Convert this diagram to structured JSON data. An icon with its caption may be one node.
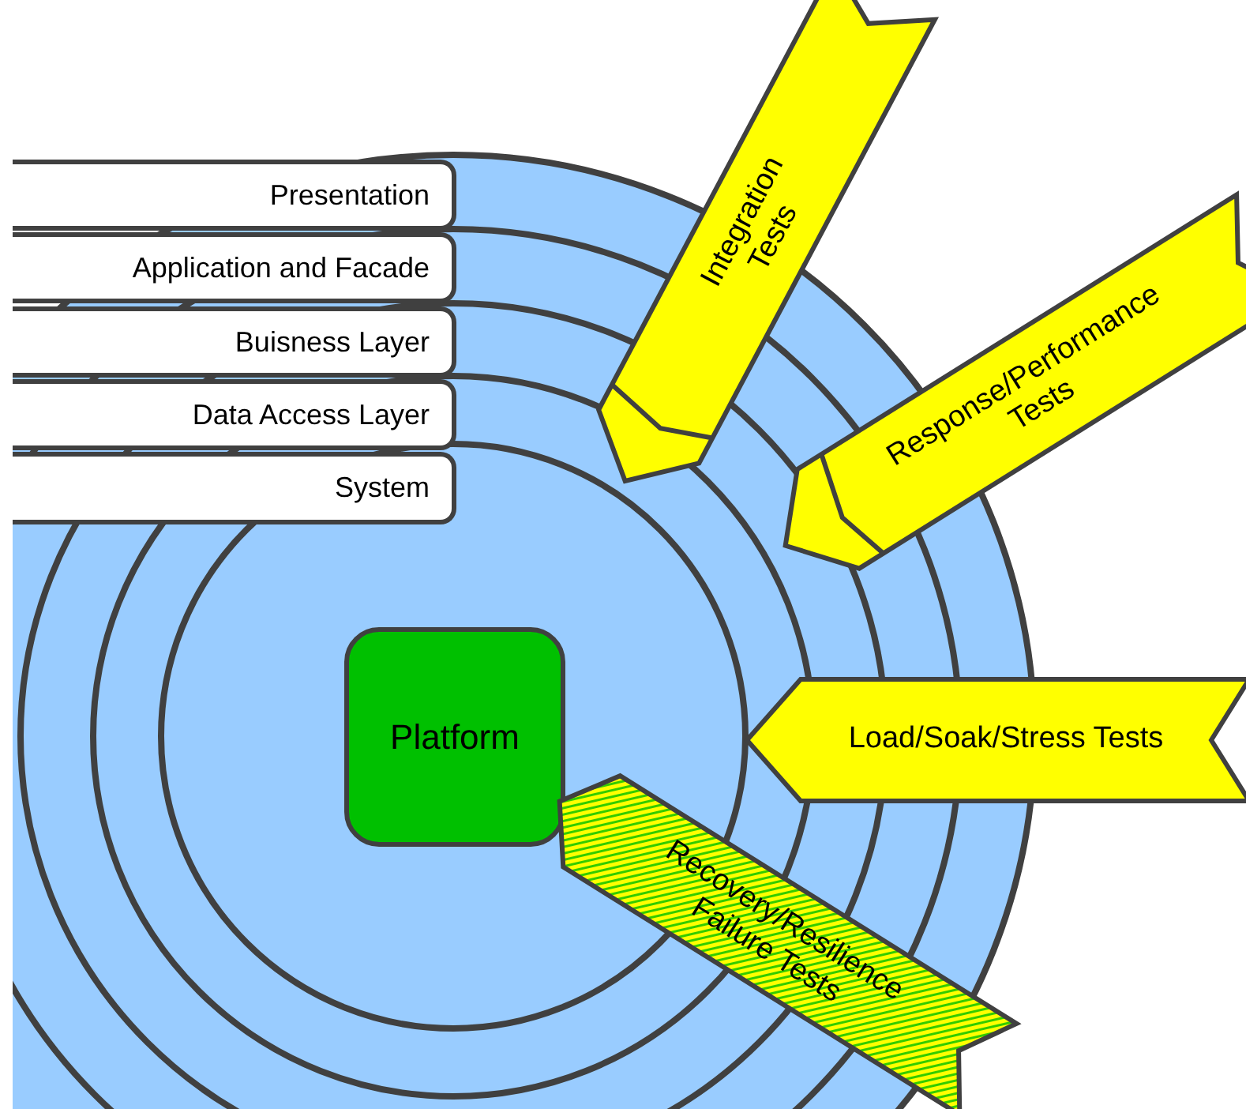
{
  "diagram": {
    "nodes": [
      {
        "text": [
          "Presentation"
        ]
      },
      {
        "text": [
          "Application and Facade"
        ]
      },
      {
        "text": [
          "Buisness Layer"
        ]
      },
      {
        "text": [
          "Data Access Layer"
        ]
      },
      {
        "text": [
          "System"
        ]
      },
      {
        "text": [
          "Platform"
        ]
      },
      {
        "text": [
          "Integration Tests"
        ]
      },
      {
        "text": [
          "Response/Performance Tests"
        ]
      },
      {
        "text": [
          "Load/Soak/Stress Tests"
        ]
      },
      {
        "text": [
          "Recovery/Resilience Failure Tests"
        ]
      }
    ]
  }
}
